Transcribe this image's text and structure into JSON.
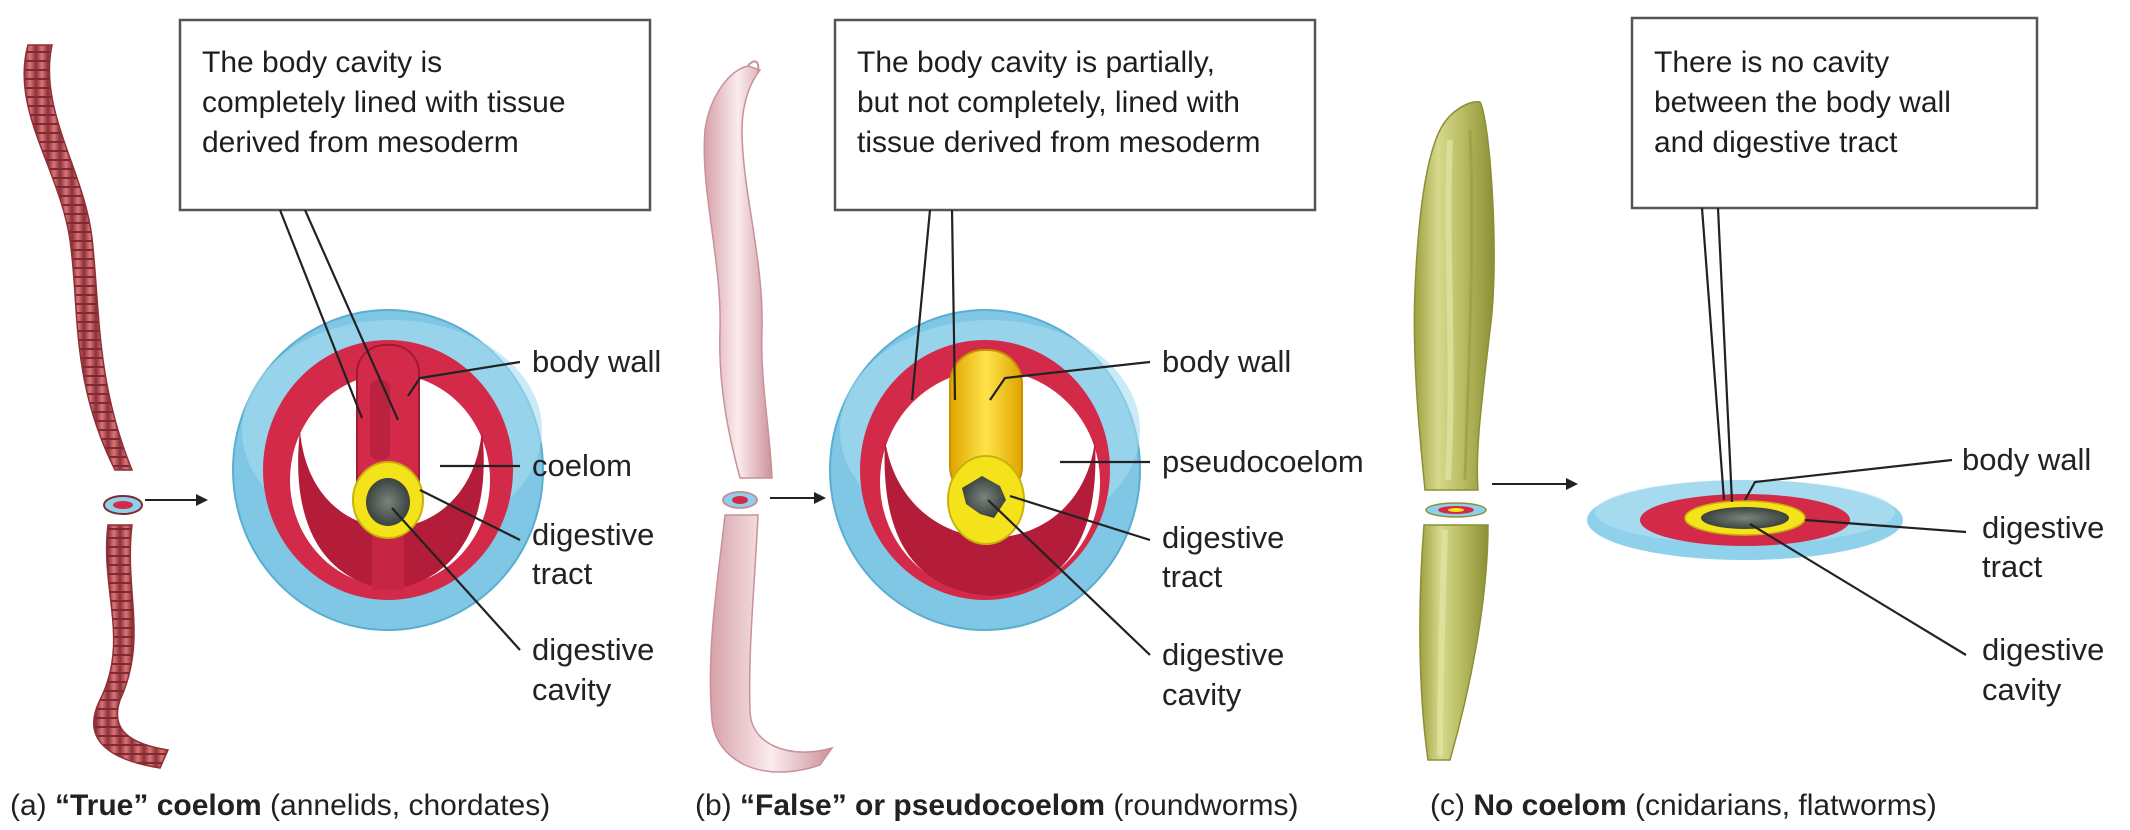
{
  "panels": {
    "a": {
      "callout": [
        "The body cavity is",
        "completely lined with tissue",
        "derived from mesoderm"
      ],
      "labels": {
        "body_wall": "body wall",
        "cavity": "coelom",
        "tract_1": "digestive",
        "tract_2": "tract",
        "dcav_1": "digestive",
        "dcav_2": "cavity"
      },
      "caption_prefix": "(a) ",
      "caption_bold": "“True” coelom",
      "caption_rest": " (annelids, chordates)"
    },
    "b": {
      "callout": [
        "The body cavity is partially,",
        "but not completely, lined with",
        "tissue derived from mesoderm"
      ],
      "labels": {
        "body_wall": "body wall",
        "cavity": "pseudocoelom",
        "tract_1": "digestive",
        "tract_2": "tract",
        "dcav_1": "digestive",
        "dcav_2": "cavity"
      },
      "caption_prefix": "(b) ",
      "caption_bold": "“False” or pseudocoelom",
      "caption_rest": " (roundworms)"
    },
    "c": {
      "callout": [
        "There is no cavity",
        "between the body wall",
        "and digestive tract"
      ],
      "labels": {
        "body_wall": "body wall",
        "tract_1": "digestive",
        "tract_2": "tract",
        "dcav_1": "digestive",
        "dcav_2": "cavity"
      },
      "caption_prefix": "(c) ",
      "caption_bold": "No coelom",
      "caption_rest": " (cnidarians, flatworms)"
    }
  },
  "colors": {
    "ectoderm": "#8fd0ea",
    "mesoderm": "#d42a4a",
    "endoderm": "#f4e21a",
    "gut_cavity": "#55605a",
    "earthworm": "#c2575e",
    "roundworm": "#f1d0d4",
    "flatworm": "#c8cc7a"
  }
}
